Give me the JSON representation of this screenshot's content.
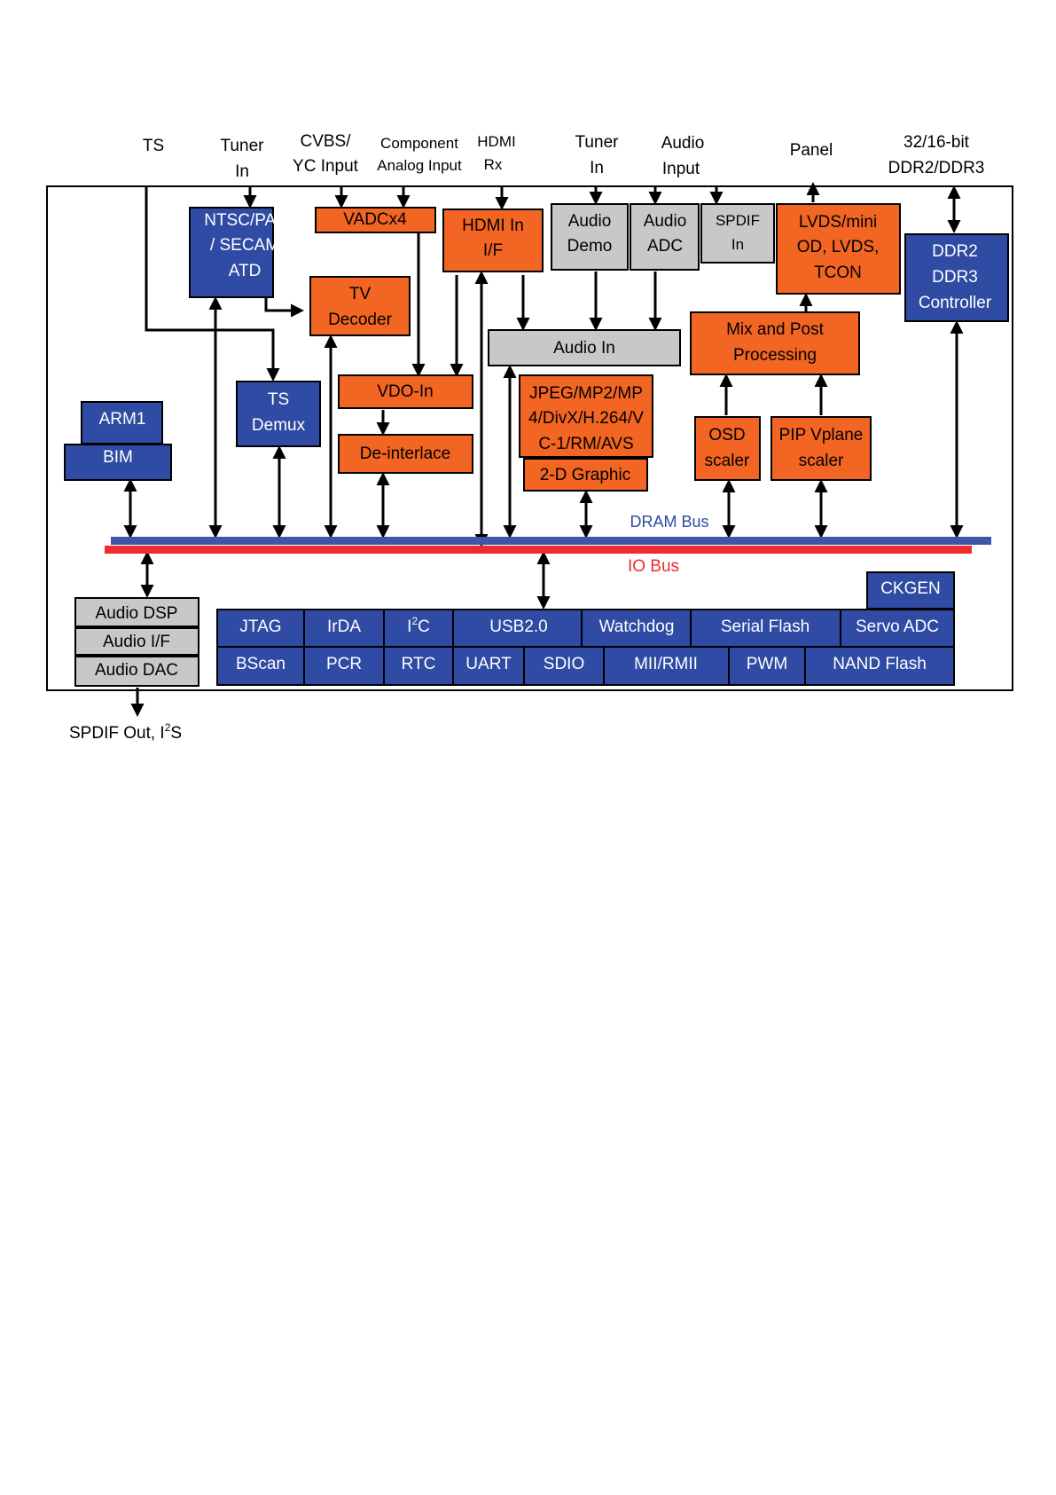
{
  "external": {
    "ts": "TS",
    "tuner_in_1": [
      "Tuner",
      "In"
    ],
    "cvbs": [
      "CVBS/",
      "YC Input"
    ],
    "component": [
      "Component",
      "Analog Input"
    ],
    "hdmi_rx": [
      "HDMI",
      "Rx"
    ],
    "tuner_in_2": [
      "Tuner",
      "In"
    ],
    "audio_input": [
      "Audio",
      "Input"
    ],
    "panel": "Panel",
    "ddr_ext": [
      "32/16-bit",
      "DDR2/DDR3"
    ],
    "spdif_out": "SPDIF Out, I",
    "spdif_out_sup": "2",
    "spdif_out_tail": "S"
  },
  "blocks": {
    "ntsc": [
      "NTSC/PAL",
      "/ SECAM",
      "ATD"
    ],
    "vadc": "VADCx4",
    "tv_decoder": [
      "TV",
      "Decoder"
    ],
    "hdmi_if": [
      "HDMI In",
      "I/F"
    ],
    "audio_demo": [
      "Audio",
      "Demo"
    ],
    "audio_adc": [
      "Audio",
      "ADC"
    ],
    "spdif_in": [
      "SPDIF",
      "In"
    ],
    "lvds": [
      "LVDS/mini",
      "OD, LVDS,",
      "TCON"
    ],
    "ddr_ctrl": [
      "DDR2",
      "DDR3",
      "Controller"
    ],
    "audio_in": "Audio In",
    "mix_post": [
      "Mix and Post",
      "Processing"
    ],
    "arm1": "ARM1",
    "bim": "BIM",
    "ts_demux": [
      "TS",
      "Demux"
    ],
    "vdo_in": "VDO-In",
    "deinterlace": "De-interlace",
    "jpeg": [
      "JPEG/MP2/MP",
      "4/DivX/H.264/V",
      "C-1/RM/AVS"
    ],
    "graphic2d": "2-D Graphic",
    "osd": [
      "OSD",
      "scaler"
    ],
    "pip": [
      "PIP Vplane",
      "scaler"
    ],
    "audio_dsp": "Audio DSP",
    "audio_if": "Audio I/F",
    "audio_dac": "Audio DAC"
  },
  "buses": {
    "dram": "DRAM Bus",
    "io": "IO Bus"
  },
  "io_blocks": {
    "ckgen": "CKGEN",
    "jtag": "JTAG",
    "irda": "IrDA",
    "i2c_base": "I",
    "i2c_sup": "2",
    "i2c_tail": "C",
    "usb": "USB2.0",
    "watchdog": "Watchdog",
    "serial_flash": "Serial Flash",
    "servo_adc": "Servo ADC",
    "bscan": "BScan",
    "pcr": "PCR",
    "rtc": "RTC",
    "uart": "UART",
    "sdio": "SDIO",
    "mii": "MII/RMII",
    "pwm": "PWM",
    "nand": "NAND Flash"
  },
  "colors": {
    "blue": "#2f4ba3",
    "orange": "#f26522",
    "gray": "#c8c8c8",
    "dram_bus": "#3e56a6",
    "io_bus": "#ef2b2d",
    "dram_label": "#2f4ba3",
    "io_label": "#ef2b2d"
  }
}
